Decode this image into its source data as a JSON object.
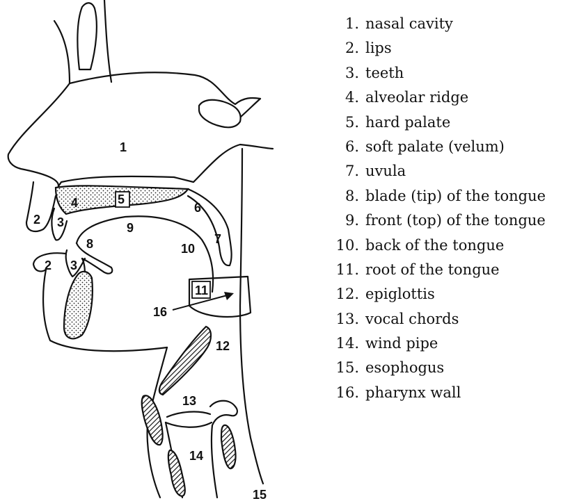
{
  "diagram": {
    "labels": {
      "nasal_cavity": "1",
      "lips_upper": "2",
      "lips_lower": "2",
      "teeth_upper": "3",
      "teeth_lower": "3",
      "alveolar_ridge": "4",
      "hard_palate": "5",
      "soft_palate": "6",
      "uvula": "7",
      "blade": "8",
      "front": "9",
      "back": "10",
      "root": "11",
      "epiglottis": "12",
      "vocal_chords": "13",
      "wind_pipe": "14",
      "esophogus": "15",
      "pharynx_wall": "16"
    }
  },
  "legend": [
    {
      "num": "1.",
      "text": "nasal cavity"
    },
    {
      "num": "2.",
      "text": "lips"
    },
    {
      "num": "3.",
      "text": "teeth"
    },
    {
      "num": "4.",
      "text": "alveolar ridge"
    },
    {
      "num": "5.",
      "text": "hard palate"
    },
    {
      "num": "6.",
      "text": "soft palate (velum)"
    },
    {
      "num": "7.",
      "text": "uvula"
    },
    {
      "num": "8.",
      "text": "blade (tip) of the tongue"
    },
    {
      "num": "9.",
      "text": "front (top) of the tongue"
    },
    {
      "num": "10.",
      "text": "back of the tongue"
    },
    {
      "num": "11.",
      "text": "root of the tongue"
    },
    {
      "num": "12.",
      "text": "epiglottis"
    },
    {
      "num": "13.",
      "text": "vocal chords"
    },
    {
      "num": "14.",
      "text": "wind pipe"
    },
    {
      "num": "15.",
      "text": "esophogus"
    },
    {
      "num": "16.",
      "text": "pharynx wall"
    }
  ]
}
